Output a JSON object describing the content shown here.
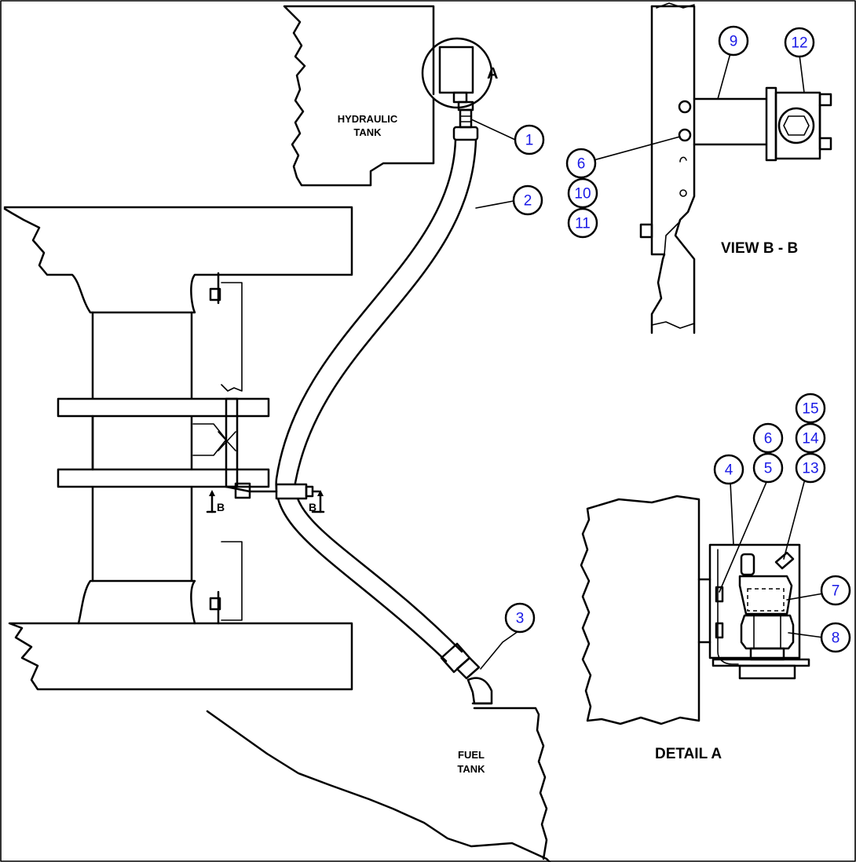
{
  "labels": {
    "hydraulic_tank_line1": "HYDRAULIC",
    "hydraulic_tank_line2": "TANK",
    "fuel_tank_line1": "FUEL",
    "fuel_tank_line2": "TANK",
    "view_title": "VIEW B - B",
    "detail_title": "DETAIL A",
    "detail_marker": "A",
    "section_marker_left": "B",
    "section_marker_right": "B"
  },
  "callouts": [
    {
      "id": "c1",
      "number": "1"
    },
    {
      "id": "c2",
      "number": "2"
    },
    {
      "id": "c3",
      "number": "3"
    },
    {
      "id": "c4",
      "number": "4"
    },
    {
      "id": "c5",
      "number": "5"
    },
    {
      "id": "c6a",
      "number": "6"
    },
    {
      "id": "c6b",
      "number": "6"
    },
    {
      "id": "c7",
      "number": "7"
    },
    {
      "id": "c8",
      "number": "8"
    },
    {
      "id": "c9",
      "number": "9"
    },
    {
      "id": "c10",
      "number": "10"
    },
    {
      "id": "c11",
      "number": "11"
    },
    {
      "id": "c12",
      "number": "12"
    },
    {
      "id": "c13",
      "number": "13"
    },
    {
      "id": "c14",
      "number": "14"
    },
    {
      "id": "c15",
      "number": "15"
    }
  ],
  "colors": {
    "callout_text": "#1a1ae6",
    "line": "#000000",
    "background": "#ffffff"
  }
}
